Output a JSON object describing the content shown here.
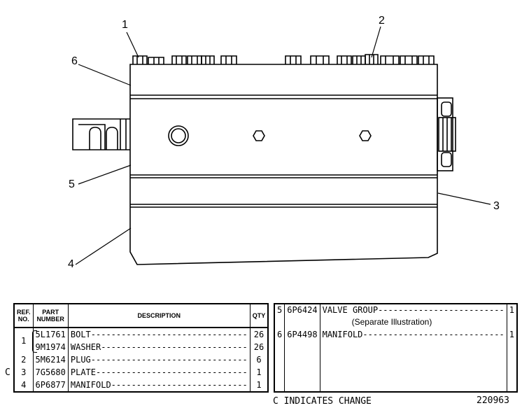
{
  "callouts": [
    "1",
    "2",
    "3",
    "4",
    "5",
    "6"
  ],
  "left_table": {
    "headers": {
      "ref": "REF. NO.",
      "part": "PART NUMBER",
      "desc": "DESCRIPTION",
      "qty": "QTY"
    },
    "rows": [
      {
        "ref": "1",
        "part": "5L1761",
        "desc": "BOLT-------------------------------",
        "qty": "26"
      },
      {
        "ref": "",
        "part": "9M1974",
        "desc": "WASHER-----------------------------",
        "qty": "26"
      },
      {
        "ref": "2",
        "part": "5M6214",
        "desc": "PLUG-------------------------------",
        "qty": "6"
      },
      {
        "ref": "3",
        "part": "7G5680",
        "desc": "PLATE------------------------------",
        "qty": "1"
      },
      {
        "ref": "4",
        "part": "6P6877",
        "desc": "MANIFOLD---------------------------",
        "qty": "1"
      }
    ],
    "change_mark": "C"
  },
  "right_table": {
    "rows": [
      {
        "ref": "5",
        "part": "6P6424",
        "desc": "VALVE GROUP-------------------------",
        "sub": "(Separate Illustration)",
        "qty": "1"
      },
      {
        "ref": "6",
        "part": "6P4498",
        "desc": "MANIFOLD----------------------------",
        "sub": "",
        "qty": "1"
      }
    ]
  },
  "footer": {
    "note": "C INDICATES CHANGE",
    "illustration_number": "220963"
  }
}
